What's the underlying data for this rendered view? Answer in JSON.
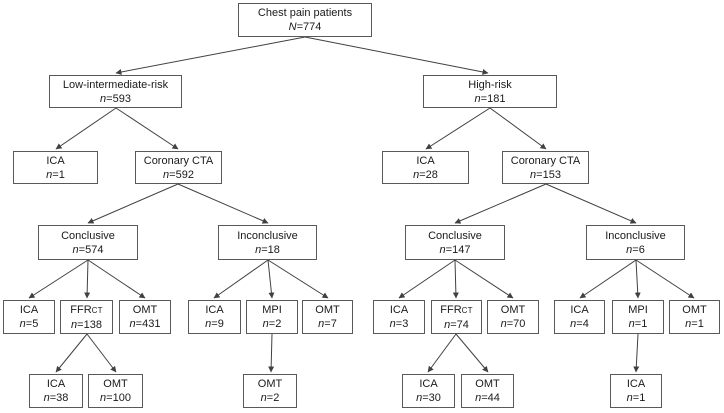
{
  "colors": {
    "bg": "#ffffff",
    "border": "#595959",
    "line": "#404040",
    "text": "#1a1a1a"
  },
  "nodes": {
    "root": {
      "title": "Chest pain patients",
      "var": "N",
      "count": "=774"
    },
    "lowint": {
      "title": "Low-intermediate-risk",
      "var": "n",
      "count": "=593"
    },
    "highrisk": {
      "title": "High-risk",
      "var": "n",
      "count": "=181"
    },
    "ica1L": {
      "title": "ICA",
      "var": "n",
      "count": "=1"
    },
    "ccta592": {
      "title": "Coronary CTA",
      "var": "n",
      "count": "=592"
    },
    "ica28": {
      "title": "ICA",
      "var": "n",
      "count": "=28"
    },
    "ccta153": {
      "title": "Coronary CTA",
      "var": "n",
      "count": "=153"
    },
    "concl574": {
      "title": "Conclusive",
      "var": "n",
      "count": "=574"
    },
    "inconcl18": {
      "title": "Inconclusive",
      "var": "n",
      "count": "=18"
    },
    "concl147": {
      "title": "Conclusive",
      "var": "n",
      "count": "=147"
    },
    "inconcl6": {
      "title": "Inconclusive",
      "var": "n",
      "count": "=6"
    },
    "ica5": {
      "title": "ICA",
      "var": "n",
      "count": "=5"
    },
    "ffr138": {
      "title": "FFR",
      "sub": "CT",
      "var": "n",
      "count": "=138"
    },
    "omt431": {
      "title": "OMT",
      "var": "n",
      "count": "=431"
    },
    "ica9": {
      "title": "ICA",
      "var": "n",
      "count": "=9"
    },
    "mpi2": {
      "title": "MPI",
      "var": "n",
      "count": "=2"
    },
    "omt7": {
      "title": "OMT",
      "var": "n",
      "count": "=7"
    },
    "ica3": {
      "title": "ICA",
      "var": "n",
      "count": "=3"
    },
    "ffr74": {
      "title": "FFR",
      "sub": "CT",
      "var": "n",
      "count": "=74"
    },
    "omt70": {
      "title": "OMT",
      "var": "n",
      "count": "=70"
    },
    "ica4": {
      "title": "ICA",
      "var": "n",
      "count": "=4"
    },
    "mpi1": {
      "title": "MPI",
      "var": "n",
      "count": "=1"
    },
    "omt1": {
      "title": "OMT",
      "var": "n",
      "count": "=1"
    },
    "ica38": {
      "title": "ICA",
      "var": "n",
      "count": "=38"
    },
    "omt100": {
      "title": "OMT",
      "var": "n",
      "count": "=100"
    },
    "omt2": {
      "title": "OMT",
      "var": "n",
      "count": "=2"
    },
    "ica30": {
      "title": "ICA",
      "var": "n",
      "count": "=30"
    },
    "omt44": {
      "title": "OMT",
      "var": "n",
      "count": "=44"
    },
    "ica1R": {
      "title": "ICA",
      "var": "n",
      "count": "=1"
    }
  }
}
